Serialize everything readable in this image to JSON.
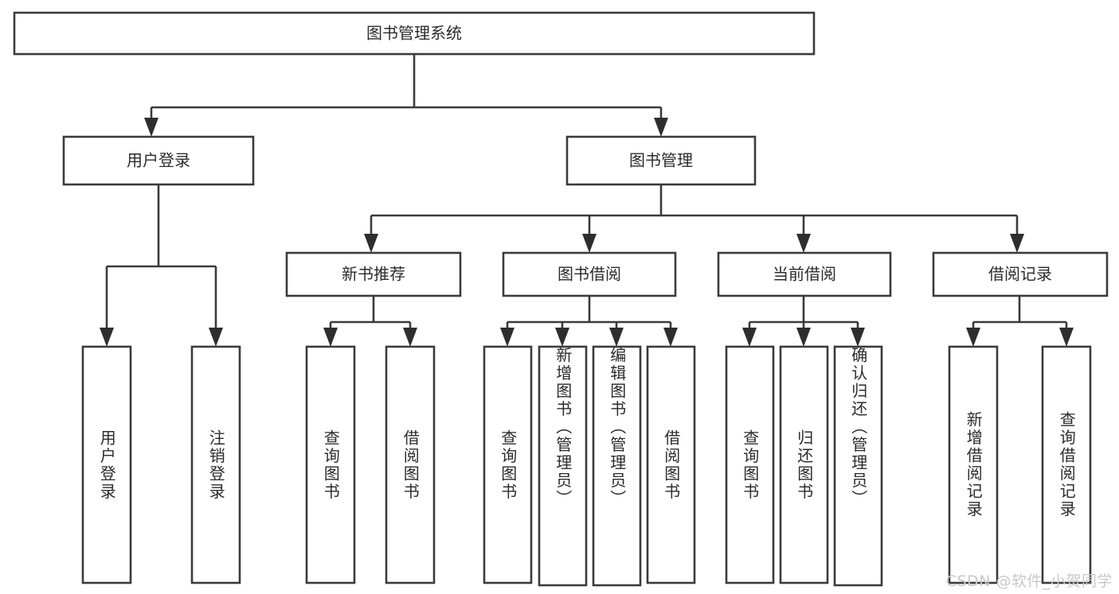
{
  "diagram": {
    "title": "图书管理系统",
    "type": "tree",
    "colors": {
      "stroke": "#3b3b3b",
      "fill": "#ffffff",
      "text": "#2b2b2b",
      "watermark": "#c9c9c9"
    },
    "root": {
      "label": "图书管理系统"
    },
    "level2": [
      {
        "label": "用户登录"
      },
      {
        "label": "图书管理"
      }
    ],
    "level3": [
      {
        "label": "新书推荐"
      },
      {
        "label": "图书借阅"
      },
      {
        "label": "当前借阅"
      },
      {
        "label": "借阅记录"
      }
    ],
    "leaves": {
      "user_login": [
        {
          "label": "用户登录"
        },
        {
          "label": "注销登录"
        }
      ],
      "new_book_recommend": [
        {
          "label": "查询图书"
        },
        {
          "label": "借阅图书"
        }
      ],
      "book_borrow": [
        {
          "label": "查询图书"
        },
        {
          "label": "新增图书（管理员）"
        },
        {
          "label": "编辑图书（管理员）"
        },
        {
          "label": "借阅图书"
        }
      ],
      "current_borrow": [
        {
          "label": "查询图书"
        },
        {
          "label": "归还图书"
        },
        {
          "label": "确认归还（管理员）"
        }
      ],
      "borrow_records": [
        {
          "label": "新增借阅记录"
        },
        {
          "label": "查询借阅记录"
        }
      ]
    }
  },
  "watermark": {
    "text": "CSDN @软件_小贺同学"
  }
}
